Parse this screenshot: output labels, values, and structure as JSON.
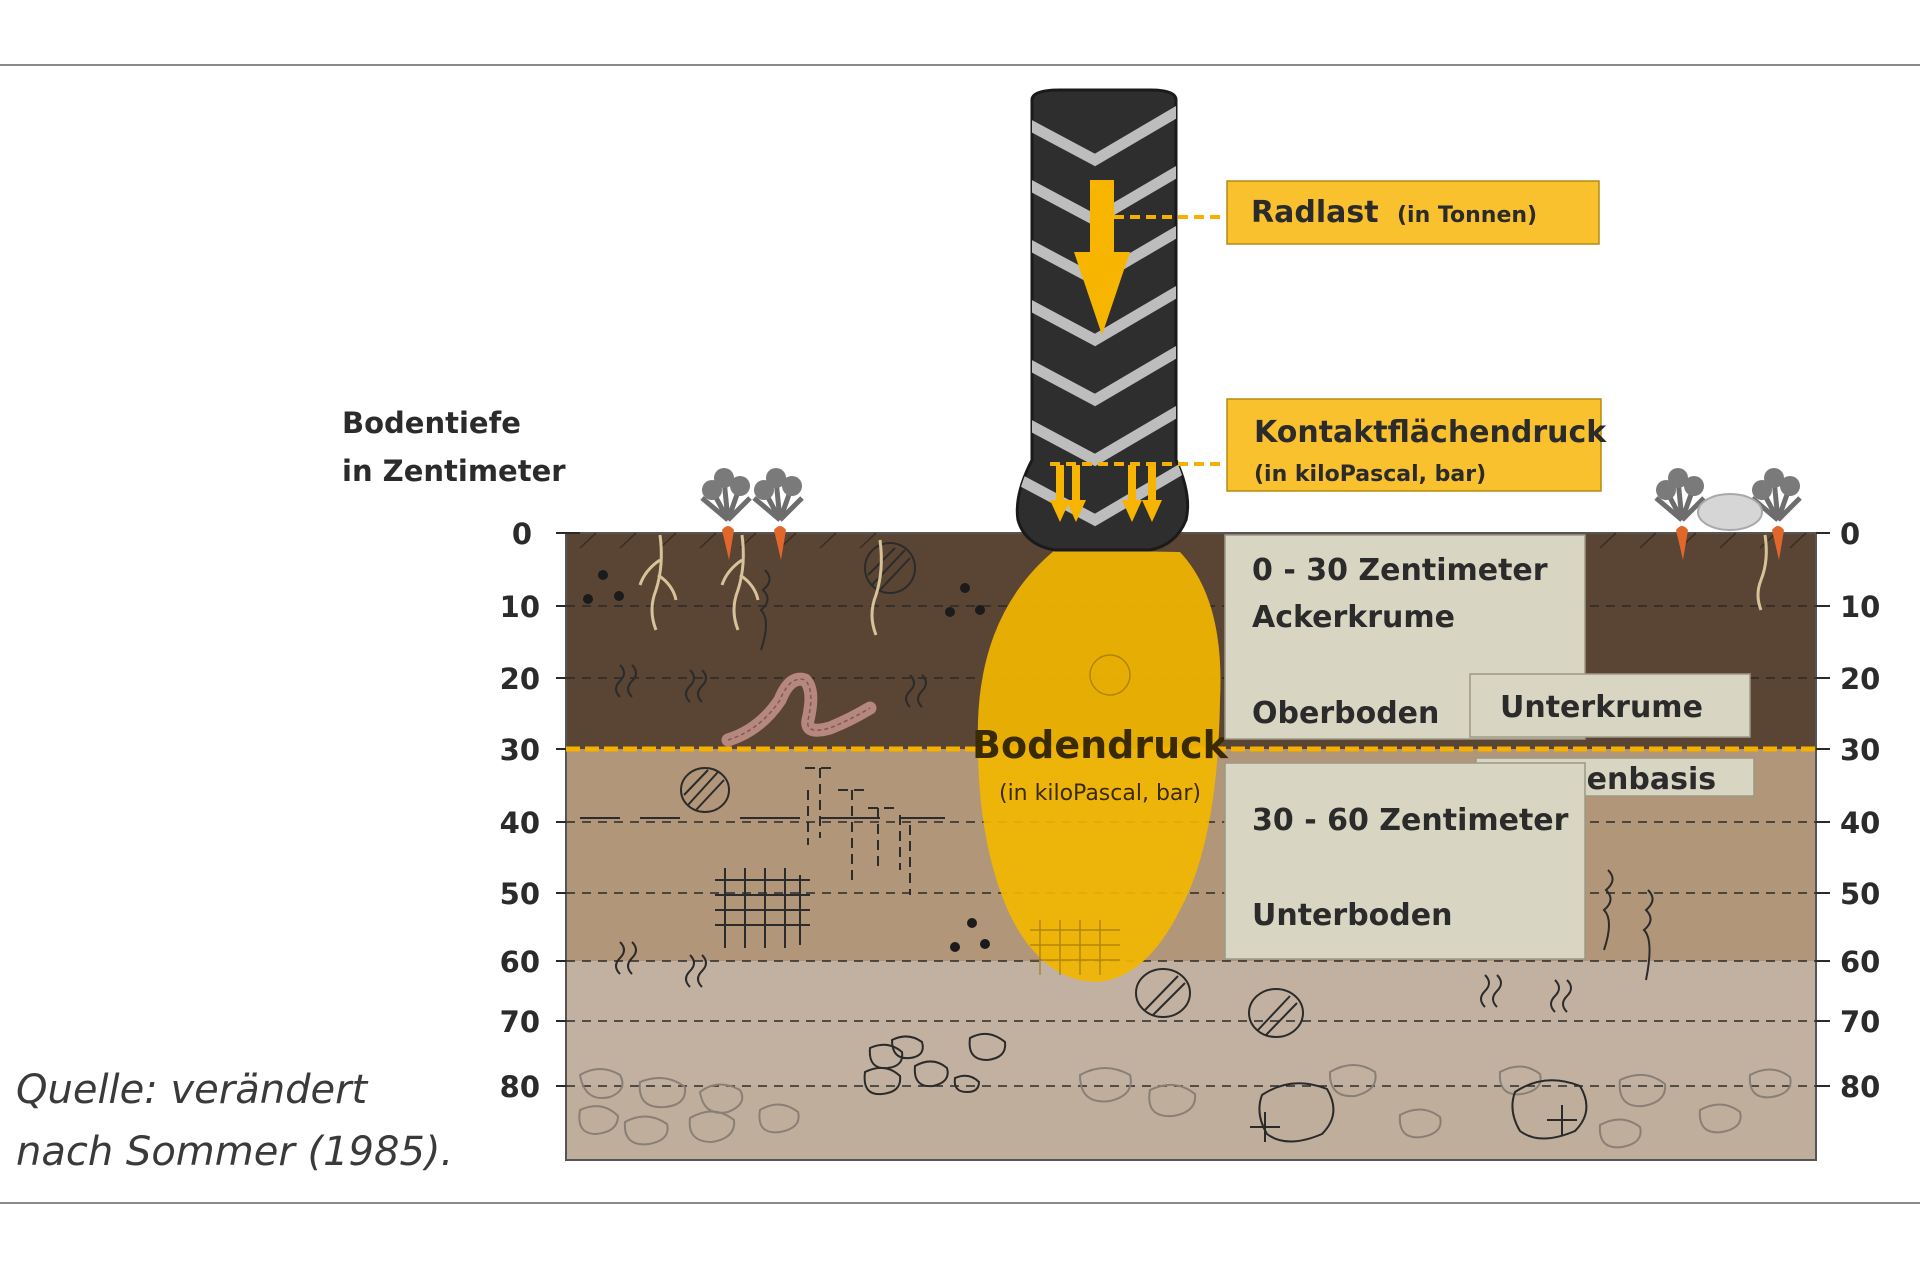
{
  "depth_axis": {
    "title_line1": "Bodentiefe",
    "title_line2": "in Zentimeter",
    "ticks": [
      "0",
      "10",
      "20",
      "30",
      "40",
      "50",
      "60",
      "70",
      "80"
    ]
  },
  "labels": {
    "radlast_main": "Radlast",
    "radlast_unit": "(in Tonnen)",
    "kontakt_main": "Kontaktflächendruck",
    "kontakt_unit": "(in kiloPascal, bar)",
    "bodendruck_main": "Bodendruck",
    "bodendruck_unit": "(in kiloPascal, bar)",
    "top_range": "0 - 30 Zentimeter",
    "top_name": "Ackerkrume",
    "top_horizon": "Oberboden",
    "unterkrume": "Unterkrume",
    "krumenbasis": "Krumenbasis",
    "bottom_range": "30 - 60 Zentimeter",
    "bottom_horizon": "Unterboden"
  },
  "source": {
    "line1": "Quelle: verändert",
    "line2": "nach Sommer (1985)."
  },
  "colors": {
    "topsoil": "#5a4434",
    "subsoil": "#b1967a",
    "deep_subsoil": "#c2b1a1",
    "bedrock": "#bfae9c",
    "pressure_bulb": "#f2b600",
    "label_yellow": "#f9c12e",
    "label_grey": "#d8d5c2",
    "tire": "#2e2e2e"
  }
}
